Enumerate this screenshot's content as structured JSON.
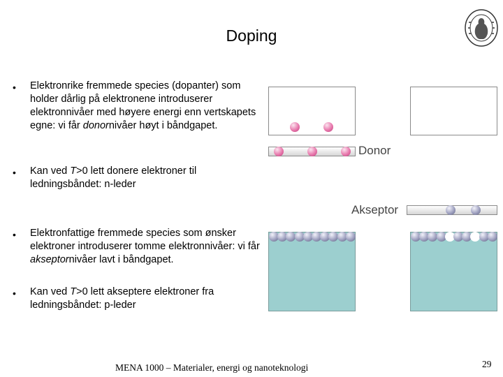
{
  "title": "Doping",
  "bullets": [
    {
      "marker": "•",
      "parts": [
        "Elektronrike fremmede species (dopanter) som holder dårlig på elektronene introduserer elektronnivåer med høyere energi enn vertskapets egne: vi får ",
        "donor",
        "nivåer høyt i båndgapet."
      ]
    },
    {
      "marker": "•",
      "parts": [
        "Kan ved ",
        "T",
        ">0 lett donere elektroner til ledningsbåndet: n-leder"
      ]
    },
    {
      "marker": "•",
      "parts": [
        "Elektronfattige fremmede species som ønsker elektroner introduserer tomme elektronnivåer: vi får ",
        "akseptor",
        "nivåer lavt i båndgapet."
      ]
    },
    {
      "marker": "•",
      "parts": [
        "Kan ved ",
        "T",
        ">0 lett akseptere elektroner fra ledningsbåndet: p-leder"
      ]
    }
  ],
  "diagram": {
    "donor_label": "Donor",
    "acceptor_label": "Akseptor"
  },
  "footer": "MENA 1000 – Materialer, energi og nanoteknologi",
  "page_number": "29",
  "colors": {
    "valence_band": "#9ccfcf",
    "donor_electron": "#e879ad",
    "valence_electron": "#9ea0bf"
  },
  "icons": {
    "seal": "university-seal-icon"
  }
}
